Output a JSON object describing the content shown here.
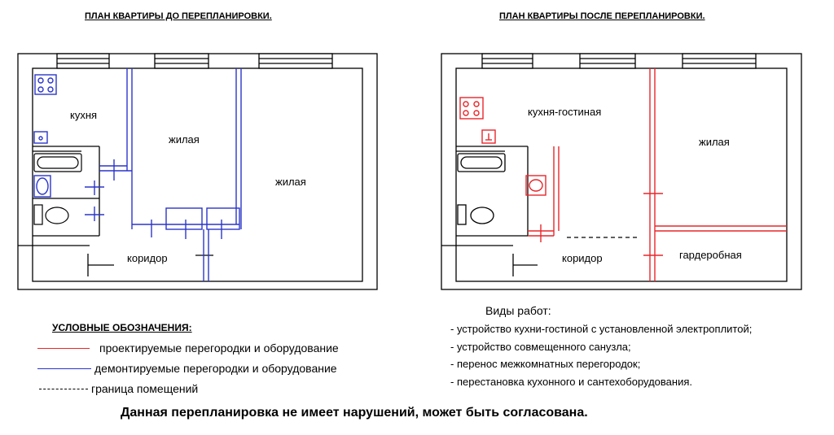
{
  "plan_before": {
    "title": "ПЛАН КВАРТИРЫ ДО ПЕРЕПЛАНИРОВКИ.",
    "rooms": {
      "kitchen": "кухня",
      "living1": "жилая",
      "living2": "жилая",
      "corridor": "коридор"
    }
  },
  "plan_after": {
    "title": "ПЛАН КВАРТИРЫ ПОСЛЕ ПЕРЕПЛАНИРОВКИ.",
    "rooms": {
      "kitchen_living": "кухня-гостиная",
      "living": "жилая",
      "corridor": "коридор",
      "wardrobe": "гардеробная"
    }
  },
  "legend": {
    "title": "УСЛОВНЫЕ ОБОЗНАЧЕНИЯ:",
    "items": [
      {
        "label": "проектируемые перегородки и оборудование",
        "color": "#e8262a",
        "style": "solid"
      },
      {
        "label": "демонтируемые перегородки и оборудование",
        "color": "#2b35c9",
        "style": "solid"
      },
      {
        "label": "граница помещений",
        "color": "#000000",
        "style": "dashed"
      }
    ]
  },
  "works": {
    "title": "Виды работ:",
    "items": [
      "- устройство кухни-гостиной с установленной электроплитой;",
      "- устройство совмещенного санузла;",
      "- перенос межкомнатных перегородок;",
      "- перестановка кухонного и сантехоборудования."
    ]
  },
  "footer": "Данная перепланировка не имеет нарушений, может быть согласована."
}
